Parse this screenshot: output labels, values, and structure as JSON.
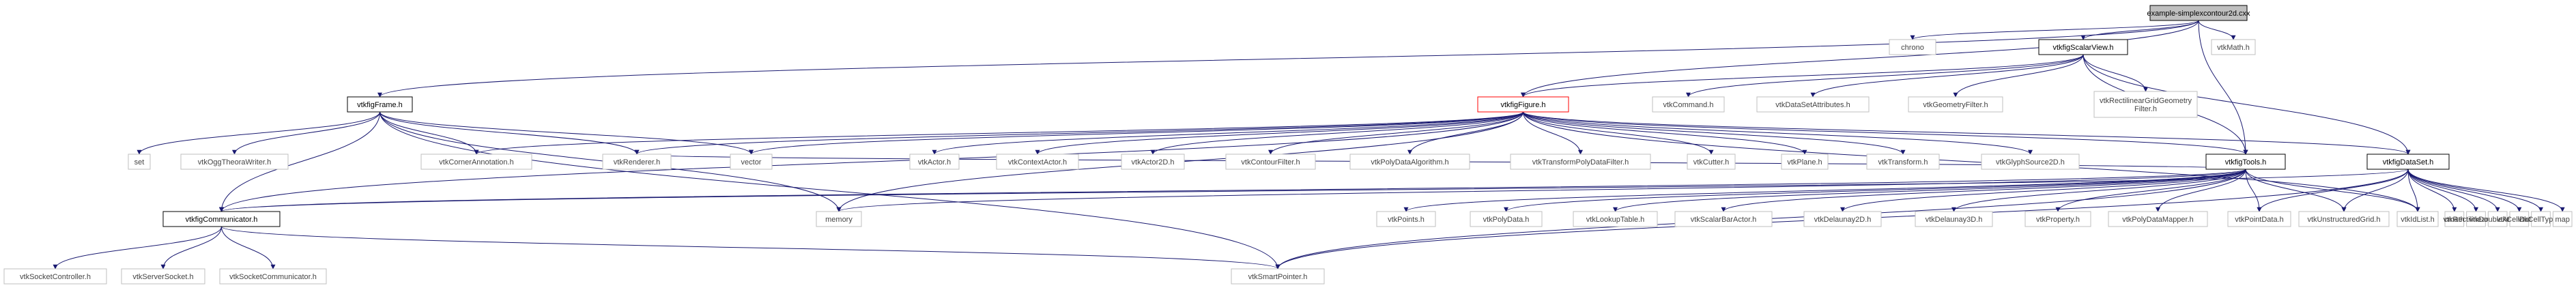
{
  "colors": {
    "edge": "#191970",
    "node_border_default": "#000000",
    "node_border_plain": "#bfbfbf",
    "node_border_highlight": "#ff0000",
    "root_fill": "#bfbfbf",
    "node_fill": "#ffffff",
    "text": "#000000",
    "text_plain": "#444444"
  },
  "nodes": [
    {
      "id": "root",
      "label": "example-simplexcontour2d.cxx",
      "style": "root"
    },
    {
      "id": "chrono",
      "label": "chrono",
      "style": "plain"
    },
    {
      "id": "scalarview",
      "label": "vtkfigScalarView.h",
      "style": "dark"
    },
    {
      "id": "vtkmath",
      "label": "vtkMath.h",
      "style": "plain"
    },
    {
      "id": "frame",
      "label": "vtkfigFrame.h",
      "style": "dark"
    },
    {
      "id": "vtkcommand",
      "label": "vtkCommand.h",
      "style": "plain"
    },
    {
      "id": "dsattr",
      "label": "vtkDataSetAttributes.h",
      "style": "plain"
    },
    {
      "id": "geomfilter",
      "label": "vtkGeometryFilter.h",
      "style": "plain"
    },
    {
      "id": "rectgeom",
      "label": "vtkRectilinearGridGeometry Filter.h",
      "style": "plain"
    },
    {
      "id": "figure",
      "label": "vtkfigFigure.h",
      "style": "red"
    },
    {
      "id": "set",
      "label": "set",
      "style": "plain"
    },
    {
      "id": "oggwriter",
      "label": "vtkOggTheoraWriter.h",
      "style": "plain"
    },
    {
      "id": "corner",
      "label": "vtkCornerAnnotation.h",
      "style": "plain"
    },
    {
      "id": "renderer",
      "label": "vtkRenderer.h",
      "style": "plain"
    },
    {
      "id": "vector",
      "label": "vector",
      "style": "plain"
    },
    {
      "id": "actor",
      "label": "vtkActor.h",
      "style": "plain"
    },
    {
      "id": "ctxactor",
      "label": "vtkContextActor.h",
      "style": "plain"
    },
    {
      "id": "actor2d",
      "label": "vtkActor2D.h",
      "style": "plain"
    },
    {
      "id": "contour",
      "label": "vtkContourFilter.h",
      "style": "plain"
    },
    {
      "id": "polyalg",
      "label": "vtkPolyDataAlgorithm.h",
      "style": "plain"
    },
    {
      "id": "transpoly",
      "label": "vtkTransformPolyDataFilter.h",
      "style": "plain"
    },
    {
      "id": "cutter",
      "label": "vtkCutter.h",
      "style": "plain"
    },
    {
      "id": "plane",
      "label": "vtkPlane.h",
      "style": "plain"
    },
    {
      "id": "transform",
      "label": "vtkTransform.h",
      "style": "plain"
    },
    {
      "id": "glyph",
      "label": "vtkGlyphSource2D.h",
      "style": "plain"
    },
    {
      "id": "tools",
      "label": "vtkfigTools.h",
      "style": "dark"
    },
    {
      "id": "dataset",
      "label": "vtkfigDataSet.h",
      "style": "dark"
    },
    {
      "id": "comm",
      "label": "vtkfigCommunicator.h",
      "style": "dark"
    },
    {
      "id": "memory",
      "label": "memory",
      "style": "plain"
    },
    {
      "id": "points",
      "label": "vtkPoints.h",
      "style": "plain"
    },
    {
      "id": "polydata",
      "label": "vtkPolyData.h",
      "style": "plain"
    },
    {
      "id": "lut",
      "label": "vtkLookupTable.h",
      "style": "plain"
    },
    {
      "id": "scalarbar",
      "label": "vtkScalarBarActor.h",
      "style": "plain"
    },
    {
      "id": "delaunay2d",
      "label": "vtkDelaunay2D.h",
      "style": "plain"
    },
    {
      "id": "delaunay3d",
      "label": "vtkDelaunay3D.h",
      "style": "plain"
    },
    {
      "id": "property",
      "label": "vtkProperty.h",
      "style": "plain"
    },
    {
      "id": "polymapper",
      "label": "vtkPolyDataMapper.h",
      "style": "plain"
    },
    {
      "id": "pointdata",
      "label": "vtkPointData.h",
      "style": "plain"
    },
    {
      "id": "ugrid",
      "label": "vtkUnstructuredGrid.h",
      "style": "plain"
    },
    {
      "id": "idlist",
      "label": "vtkIdList.h",
      "style": "plain"
    },
    {
      "id": "cmath",
      "label": "cmath",
      "style": "plain"
    },
    {
      "id": "rectgrid",
      "label": "vtkRectilinearGrid.h",
      "style": "plain"
    },
    {
      "id": "doublearray",
      "label": "vtkDoubleArray.h",
      "style": "plain"
    },
    {
      "id": "celldata",
      "label": "vtkCellData.h",
      "style": "plain"
    },
    {
      "id": "celltype",
      "label": "vtkCellType.h",
      "style": "plain"
    },
    {
      "id": "map",
      "label": "map",
      "style": "plain"
    },
    {
      "id": "sockctrl",
      "label": "vtkSocketController.h",
      "style": "plain"
    },
    {
      "id": "servsock",
      "label": "vtkServerSocket.h",
      "style": "plain"
    },
    {
      "id": "sockcomm",
      "label": "vtkSocketCommunicator.h",
      "style": "plain"
    },
    {
      "id": "smartptr",
      "label": "vtkSmartPointer.h",
      "style": "plain"
    }
  ],
  "edges": [
    [
      "root",
      "chrono"
    ],
    [
      "root",
      "scalarview"
    ],
    [
      "root",
      "vtkmath"
    ],
    [
      "root",
      "frame"
    ],
    [
      "root",
      "tools"
    ],
    [
      "root",
      "figure"
    ],
    [
      "scalarview",
      "figure"
    ],
    [
      "scalarview",
      "vtkcommand"
    ],
    [
      "scalarview",
      "dsattr"
    ],
    [
      "scalarview",
      "geomfilter"
    ],
    [
      "scalarview",
      "rectgeom"
    ],
    [
      "scalarview",
      "dataset"
    ],
    [
      "scalarview",
      "tools"
    ],
    [
      "frame",
      "set"
    ],
    [
      "frame",
      "oggwriter"
    ],
    [
      "frame",
      "corner"
    ],
    [
      "frame",
      "renderer"
    ],
    [
      "frame",
      "vector"
    ],
    [
      "frame",
      "comm"
    ],
    [
      "frame",
      "memory"
    ],
    [
      "frame",
      "smartptr"
    ],
    [
      "figure",
      "renderer"
    ],
    [
      "figure",
      "corner"
    ],
    [
      "figure",
      "vector"
    ],
    [
      "figure",
      "actor"
    ],
    [
      "figure",
      "ctxactor"
    ],
    [
      "figure",
      "actor2d"
    ],
    [
      "figure",
      "contour"
    ],
    [
      "figure",
      "polyalg"
    ],
    [
      "figure",
      "transpoly"
    ],
    [
      "figure",
      "cutter"
    ],
    [
      "figure",
      "plane"
    ],
    [
      "figure",
      "transform"
    ],
    [
      "figure",
      "glyph"
    ],
    [
      "figure",
      "tools"
    ],
    [
      "figure",
      "dataset"
    ],
    [
      "figure",
      "comm"
    ],
    [
      "figure",
      "memory"
    ],
    [
      "figure",
      "idlist"
    ],
    [
      "tools",
      "points"
    ],
    [
      "tools",
      "polydata"
    ],
    [
      "tools",
      "lut"
    ],
    [
      "tools",
      "scalarbar"
    ],
    [
      "tools",
      "delaunay2d"
    ],
    [
      "tools",
      "delaunay3d"
    ],
    [
      "tools",
      "property"
    ],
    [
      "tools",
      "polymapper"
    ],
    [
      "tools",
      "pointdata"
    ],
    [
      "tools",
      "ugrid"
    ],
    [
      "tools",
      "idlist"
    ],
    [
      "tools",
      "smartptr"
    ],
    [
      "tools",
      "renderer"
    ],
    [
      "tools",
      "comm"
    ],
    [
      "tools",
      "memory"
    ],
    [
      "dataset",
      "comm"
    ],
    [
      "dataset",
      "pointdata"
    ],
    [
      "dataset",
      "ugrid"
    ],
    [
      "dataset",
      "idlist"
    ],
    [
      "dataset",
      "cmath"
    ],
    [
      "dataset",
      "rectgrid"
    ],
    [
      "dataset",
      "doublearray"
    ],
    [
      "dataset",
      "celldata"
    ],
    [
      "dataset",
      "celltype"
    ],
    [
      "dataset",
      "map"
    ],
    [
      "dataset",
      "smartptr"
    ],
    [
      "comm",
      "sockctrl"
    ],
    [
      "comm",
      "servsock"
    ],
    [
      "comm",
      "sockcomm"
    ],
    [
      "comm",
      "smartptr"
    ]
  ]
}
